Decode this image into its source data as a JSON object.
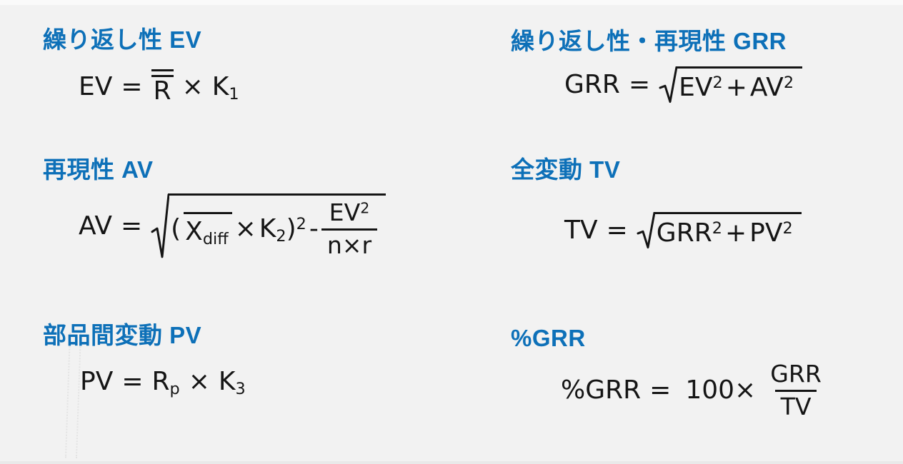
{
  "colors": {
    "background": "#f2f2f2",
    "heading": "#0d70b8",
    "formula": "#151515"
  },
  "sections": {
    "ev": {
      "heading": "繰り返し性 EV",
      "formula": {
        "lhs": "EV",
        "eq": "=",
        "rbar": "R",
        "times": "×",
        "k": "K",
        "k_sub": "1"
      }
    },
    "grr": {
      "heading": "繰り返し性・再現性 GRR",
      "formula": {
        "lhs": "GRR",
        "eq": "=",
        "t1": "EV",
        "t1_sup": "2",
        "plus": "+",
        "t2": "AV",
        "t2_sup": "2"
      }
    },
    "av": {
      "heading": "再現性 AV",
      "formula": {
        "lhs": "AV",
        "eq": "=",
        "open": "(",
        "xbar": "X",
        "x_sub": "diff",
        "times": "×",
        "k": "K",
        "k_sub": "2",
        "close": ")",
        "close_sup": "2",
        "minus": "-",
        "num": "EV",
        "num_sup": "2",
        "den": "n×r"
      }
    },
    "tv": {
      "heading": "全変動 TV",
      "formula": {
        "lhs": "TV",
        "eq": "=",
        "t1": "GRR",
        "t1_sup": "2",
        "plus": "+",
        "t2": "PV",
        "t2_sup": "2"
      }
    },
    "pv": {
      "heading": "部品間変動 PV",
      "formula": {
        "lhs": "PV",
        "eq": "=",
        "r": "R",
        "r_sub": "p",
        "times": "×",
        "k": "K",
        "k_sub": "3"
      }
    },
    "pgrr": {
      "heading": "%GRR",
      "formula": {
        "lhs": "%GRR",
        "eq": "=",
        "coef": "100",
        "times": "×",
        "num": "GRR",
        "den": "TV"
      }
    }
  }
}
